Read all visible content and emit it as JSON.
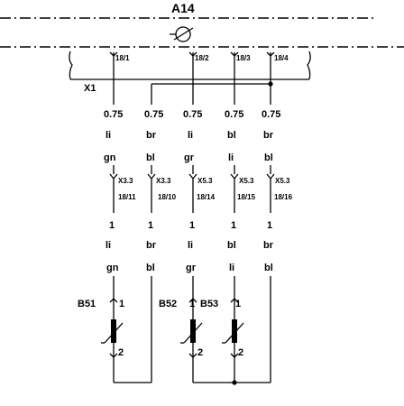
{
  "module_label": "A14",
  "connector_label": "X1",
  "pins": [
    {
      "label": "18/1"
    },
    {
      "label": "18/2"
    },
    {
      "label": "18/3"
    },
    {
      "label": "18/4"
    }
  ],
  "wires": [
    {
      "gauge": "0.75",
      "color_top_1": "li",
      "color_top_2": "gn",
      "splice": "X3.3",
      "splice_pin": "18/11",
      "gauge2": "1",
      "color_bot_1": "li",
      "color_bot_2": "gn"
    },
    {
      "gauge": "0.75",
      "color_top_1": "br",
      "color_top_2": "bl",
      "splice": "X3.3",
      "splice_pin": "18/10",
      "gauge2": "1",
      "color_bot_1": "br",
      "color_bot_2": "bl"
    },
    {
      "gauge": "0.75",
      "color_top_1": "li",
      "color_top_2": "gr",
      "splice": "X5.3",
      "splice_pin": "18/14",
      "gauge2": "1",
      "color_bot_1": "li",
      "color_bot_2": "gr"
    },
    {
      "gauge": "0.75",
      "color_top_1": "bl",
      "color_top_2": "li",
      "splice": "X5.3",
      "splice_pin": "18/15",
      "gauge2": "1",
      "color_bot_1": "bl",
      "color_bot_2": "li"
    },
    {
      "gauge": "0.75",
      "color_top_1": "br",
      "color_top_2": "bl",
      "splice": "X5.3",
      "splice_pin": "18/16",
      "gauge2": "1",
      "color_bot_1": "br",
      "color_bot_2": "bl"
    }
  ],
  "sensors": [
    {
      "label": "B51",
      "pin_top": "1",
      "pin_bottom": "2"
    },
    {
      "label": "B52",
      "pin_top": "1",
      "pin_bottom": "2"
    },
    {
      "label": "B53",
      "pin_top": "1",
      "pin_bottom": "2"
    }
  ]
}
